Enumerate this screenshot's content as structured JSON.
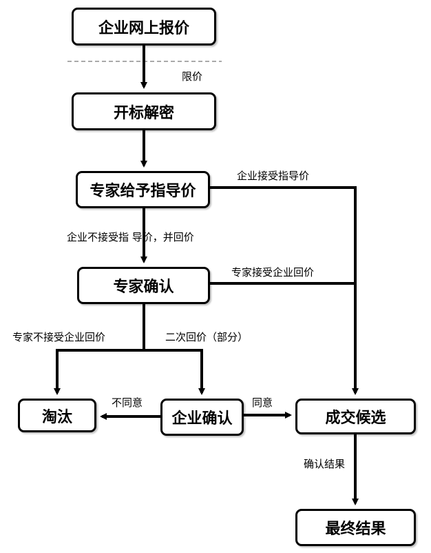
{
  "diagram": {
    "type": "flowchart",
    "nodes": {
      "online_quote": "企业网上报价",
      "bid_decrypt": "开标解密",
      "expert_guide_price": "专家给予指导价",
      "expert_confirm": "专家确认",
      "eliminate": "淘汰",
      "enterprise_confirm": "企业确认",
      "deal_candidate": "成交候选",
      "final_result": "最终结果"
    },
    "edge_labels": {
      "price_limit": "限价",
      "enterprise_accepts_guide": "企业接受指导价",
      "enterprise_rejects_guide": "企业不接受指 导价，并回价",
      "expert_accepts_counter": "专家接受企业回价",
      "expert_rejects_counter": "专家不接受企业回价",
      "second_counter": "二次回价（部分）",
      "disagree": "不同意",
      "agree": "同意",
      "confirm_result": "确认结果"
    },
    "edges": [
      {
        "from": "online_quote",
        "to": "bid_decrypt",
        "label": "限价"
      },
      {
        "from": "bid_decrypt",
        "to": "expert_guide_price",
        "label": ""
      },
      {
        "from": "expert_guide_price",
        "to": "expert_confirm",
        "label": "企业不接受指导价，并回价"
      },
      {
        "from": "expert_guide_price",
        "to": "deal_candidate",
        "label": "企业接受指导价"
      },
      {
        "from": "expert_confirm",
        "to": "deal_candidate",
        "label": "专家接受企业回价"
      },
      {
        "from": "expert_confirm",
        "to": "eliminate",
        "label": "专家不接受企业回价"
      },
      {
        "from": "expert_confirm",
        "to": "enterprise_confirm",
        "label": "二次回价（部分）"
      },
      {
        "from": "enterprise_confirm",
        "to": "eliminate",
        "label": "不同意"
      },
      {
        "from": "enterprise_confirm",
        "to": "deal_candidate",
        "label": "同意"
      },
      {
        "from": "deal_candidate",
        "to": "final_result",
        "label": "确认结果"
      }
    ]
  }
}
